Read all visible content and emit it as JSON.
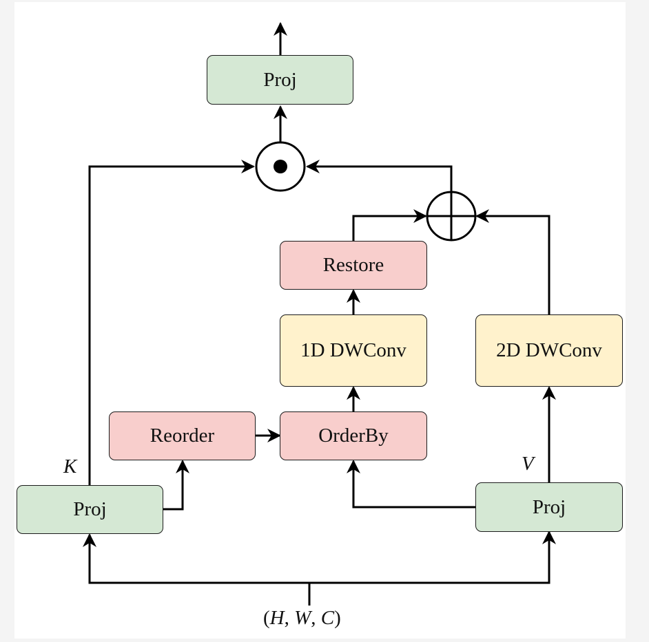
{
  "nodes": {
    "proj_out": "Proj",
    "restore": "Restore",
    "conv1d": "1D DWConv",
    "conv2d": "2D DWConv",
    "reorder": "Reorder",
    "orderby": "OrderBy",
    "proj_k": "Proj",
    "proj_v": "Proj"
  },
  "operators": {
    "multiply": "hadamard-product",
    "add": "elementwise-sum"
  },
  "labels": {
    "k": "K",
    "v": "V",
    "input_shape": "(H, W, C)"
  },
  "colors": {
    "proj": "#d5e8d4",
    "reorder": "#f8cecc",
    "conv": "#fff2cc"
  }
}
